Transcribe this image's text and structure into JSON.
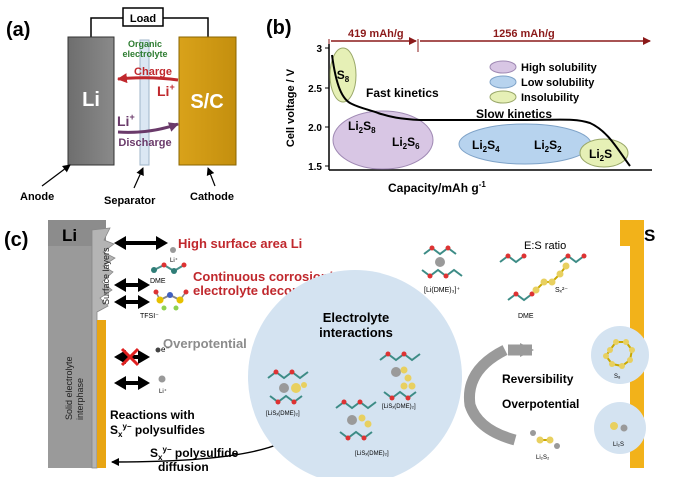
{
  "panel_a": {
    "label": "(a)",
    "load": "Load",
    "anode_electrode": "Li",
    "cathode_electrode": "S/C",
    "electrolyte_line1": "Organic",
    "electrolyte_line2": "electrolyte",
    "charge": "Charge",
    "discharge": "Discharge",
    "li_ion_top": "Li",
    "li_ion_bottom": "Li",
    "ion_sup": "+",
    "anode": "Anode",
    "separator": "Separator",
    "cathode": "Cathode"
  },
  "panel_b": {
    "label": "(b)",
    "capacity_left": "419 mAh/g",
    "capacity_right": "1256 mAh/g",
    "ylabel": "Cell voltage / V",
    "xlabel_main": "Capacity/mAh g",
    "xlabel_sup": "-1",
    "yticks": [
      "3",
      "2.5",
      "2.0",
      "1.5"
    ],
    "fast_kinetics": "Fast kinetics",
    "slow_kinetics": "Slow kinetics",
    "s8": {
      "base": "S",
      "sub": "8"
    },
    "li2s8": {
      "a": "Li",
      "b": "2",
      "c": "S",
      "d": "8"
    },
    "li2s6": {
      "a": "Li",
      "b": "2",
      "c": "S",
      "d": "6"
    },
    "li2s4": {
      "a": "Li",
      "b": "2",
      "c": "S",
      "d": "4"
    },
    "li2s2": {
      "a": "Li",
      "b": "2",
      "c": "S",
      "d": "2"
    },
    "li2s": {
      "a": "Li",
      "b": "2",
      "c": "S"
    },
    "legend": [
      "High solubility",
      "Low solubility",
      "Insolubility"
    ],
    "colors": {
      "high": "#d8c6e4",
      "low": "#b7d3ee",
      "insol": "#e6f0b6",
      "curve": "#000000",
      "arrow": "#8b1a1a"
    }
  },
  "panel_c": {
    "label": "(c)",
    "li_title": "Li",
    "s_title": "S",
    "es_ratio": "E:S ratio",
    "high_surface": "High surface area Li",
    "corrosion_line1": "Continuous corrosion/",
    "corrosion_line2": "electrolyte decomposition",
    "overpotential_left": "Overpotential",
    "surface_layers": "Surface layers",
    "sei_line1": "Solid electrolyte",
    "sei_line2": "interphase",
    "li_plus_1": "Li⁺",
    "li_plus_2": "Li⁺",
    "dme_left": "DME",
    "tfsi": "TFSI⁻",
    "e_minus": "e⁻",
    "reactions_line1": "Reactions with",
    "reactions_line2": {
      "a": "S",
      "b": "x",
      "c": "y−",
      "d": " polysulfides"
    },
    "diffusion_line1": {
      "a": "S",
      "b": "x",
      "c": "y−",
      "d": " polysulfide"
    },
    "diffusion_line2": "diffusion",
    "electrolyte_line1": "Electrolyte",
    "electrolyte_line2": "interactions",
    "lisx_left": "[LiSₓ(DME)₂]",
    "lisx_mid": "[LiSₓ(DME)₂]",
    "lisx_bottom": "[LiSₓ(DME)₂]",
    "li_dme": "[Li(DME)₃]⁺",
    "sx2": "Sₓ²⁻",
    "dme_right": "DME",
    "reversibility": "Reversibility",
    "overpotential_right": "Overpotential",
    "s8_label": "S₈",
    "li2s_label": "Li₂S",
    "li2s2_label": "Li₂S₂",
    "colors": {
      "red": "#c0282d",
      "sulfur": "#f2b21a",
      "li_grey": "#8c8c8c",
      "bubble": "#d4e3f1"
    }
  }
}
